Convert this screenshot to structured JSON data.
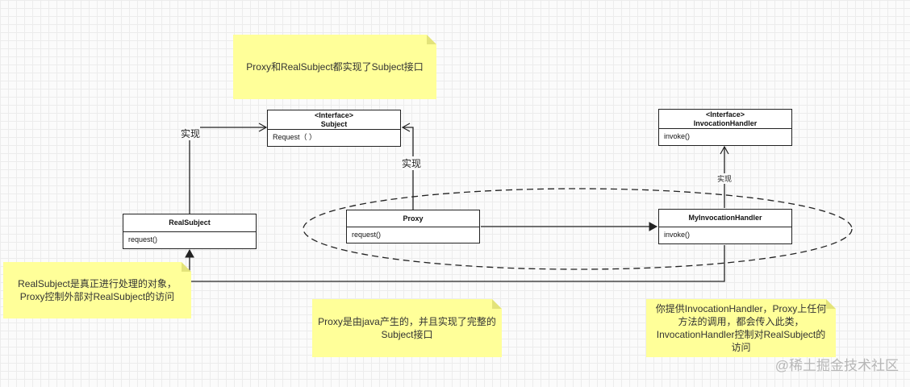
{
  "notes": {
    "top": "Proxy和RealSubject都实现了Subject接口",
    "left": "RealSubject是真正进行处理的对象，\nProxy控制外部对RealSubject的访问",
    "middle": "Proxy是由java产生的，并且实现了完整的\nSubject接口",
    "right": "你提供InvocationHandler，Proxy上任何\n方法的调用，都会传入此类，\nInvocationHandler控制对RealSubject的\n访问"
  },
  "classes": {
    "subject": {
      "stereotype": "<Interface>",
      "name": "Subject",
      "members": "Request（ ）"
    },
    "invocation_handler": {
      "stereotype": "<Interface>",
      "name": "InvocationHandler",
      "members": "invoke()"
    },
    "real_subject": {
      "name": "RealSubject",
      "members": "request()"
    },
    "proxy": {
      "name": "Proxy",
      "members": "request()"
    },
    "my_invocation_handler": {
      "name": "MyInvocationHandler",
      "members": "invoke()"
    }
  },
  "edge_labels": {
    "real_subject_implements": "实现",
    "proxy_implements": "实现",
    "handler_implements": "实现"
  },
  "watermark": "@稀土掘金技术社区"
}
